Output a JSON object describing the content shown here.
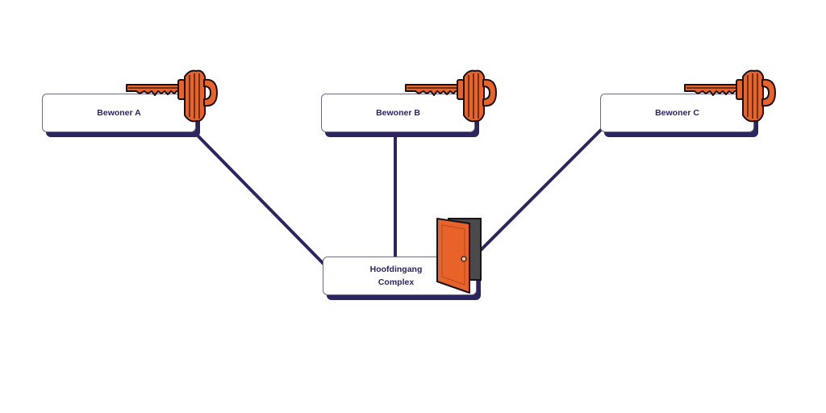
{
  "diagram": {
    "nodes": {
      "resident_a": {
        "label": "Bewoner A"
      },
      "resident_b": {
        "label": "Bewoner B"
      },
      "resident_c": {
        "label": "Bewoner C"
      },
      "main_entrance": {
        "label_line1": "Hoofdingang",
        "label_line2": "Complex"
      }
    },
    "edges": [
      {
        "from": "resident_a",
        "to": "main_entrance"
      },
      {
        "from": "resident_b",
        "to": "main_entrance"
      },
      {
        "from": "resident_c",
        "to": "main_entrance"
      }
    ],
    "icons": {
      "resident_key": "key-icon",
      "entrance_door": "open-door-icon"
    },
    "colors": {
      "line": "#2b2560",
      "key_fill": "#e8632a",
      "outline": "#1a1218",
      "node_shadow": "#2b2560"
    }
  }
}
